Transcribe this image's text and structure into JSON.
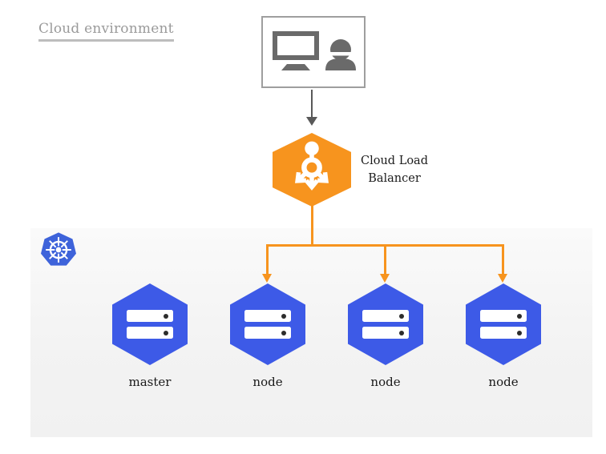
{
  "diagram": {
    "title": "Cloud environment",
    "user_terminal": {
      "icons": [
        "monitor-icon",
        "person-icon"
      ]
    },
    "load_balancer": {
      "label": "Cloud Load Balancer",
      "icon": "load-balancer-icon"
    },
    "cluster": {
      "logo_icon": "kubernetes-logo",
      "nodes": [
        {
          "label": "master"
        },
        {
          "label": "node"
        },
        {
          "label": "node"
        },
        {
          "label": "node"
        }
      ]
    }
  },
  "colors": {
    "orange": "#f7941e",
    "node_blue": "#3d5ae7",
    "kubernetes_blue": "#3e63da",
    "panel_gray": "#f3f3f3",
    "icon_gray": "#6a6a6a",
    "arrow_gray": "#595959",
    "title_gray": "#9a9a9a",
    "label_dark": "#1b1b1b"
  }
}
